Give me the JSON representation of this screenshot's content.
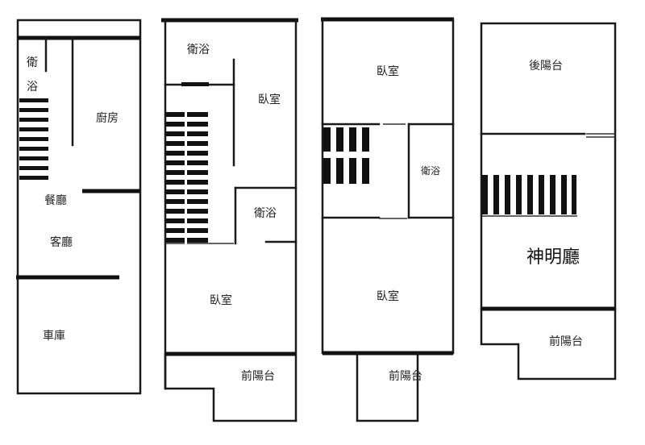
{
  "floor1": {
    "bath_chars": [
      "衛",
      "浴"
    ],
    "kitchen": "廚房",
    "dining": "餐廳",
    "living": "客廳",
    "garage": "車庫"
  },
  "floor2": {
    "bath_top": "衛浴",
    "bedroom_top": "臥室",
    "bath_mid": "衛浴",
    "bedroom_bottom": "臥室",
    "front_balcony": "前陽台"
  },
  "floor3": {
    "bedroom_top": "臥室",
    "bath": "衛浴",
    "bedroom_bottom": "臥室",
    "front_balcony": "前陽台"
  },
  "floor4": {
    "rear_balcony": "後陽台",
    "shrine": "神明廳",
    "front_balcony": "前陽台"
  },
  "colors": {
    "wall": "#1a1a1a",
    "background": "#ffffff"
  }
}
